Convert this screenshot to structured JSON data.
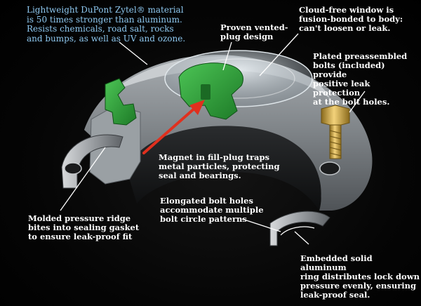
{
  "callouts": {
    "zytel": "Lightweight DuPont Zytel® material\nis 50 times stronger than aluminum.\nResists chemicals, road salt, rocks\nand bumps, as well as UV and ozone.",
    "vented_plug": "Proven vented-\nplug design",
    "window": "Cloud-free window is\nfusion-bonded to body:\ncan't loosen or leak.",
    "bolts": "Plated preassembled\nbolts (included) provide\npositive leak protection\nat the bolt holes.",
    "magnet": "Magnet in fill-plug traps\nmetal particles, protecting\nseal and bearings.",
    "bolt_holes": "Elongated bolt holes\naccommodate multiple\nbolt circle patterns",
    "pressure_ridge": "Molded pressure ridge\nbites into sealing gasket\nto ensure leak-proof fit",
    "aluminum_ring": "Embedded solid aluminum\nring distributes lock down\npressure evenly, ensuring\nleak-proof seal."
  },
  "colors": {
    "background": "#000000",
    "intro_text": "#8ec8f0",
    "label_text": "#ffffff",
    "cap_body": "#8a8f93",
    "plug": "#2fa33a",
    "pointer_arrow": "#e0301e",
    "bolt": "#d9b24a",
    "leader_lines": "#ffffff"
  }
}
